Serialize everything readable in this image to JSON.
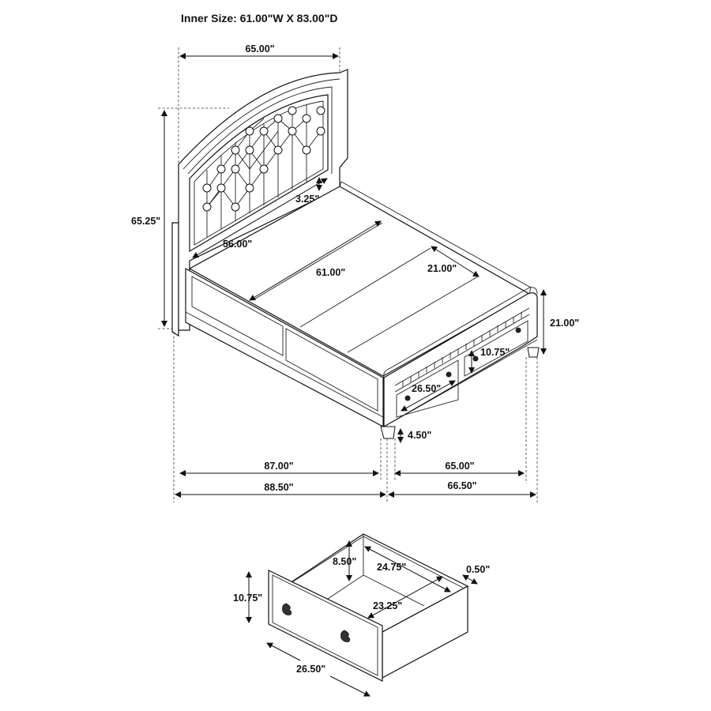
{
  "title": "Inner Size: 61.00\"W X 83.00\"D",
  "bed": {
    "headboard_width": "65.00\"",
    "overall_height": "65.25\"",
    "headboard_panel_gap": "3.25\"",
    "inner_width": "56.00\"",
    "slat_length": "61.00\"",
    "slat_width": "21.00\"",
    "footboard_height": "21.00\"",
    "drawer_height": "10.75\"",
    "drawer_width": "26.50\"",
    "leg_height": "4.50\"",
    "side_inner_length": "87.00\"",
    "side_overall_length": "88.50\"",
    "front_inner_width": "65.00\"",
    "front_overall_width": "66.50\""
  },
  "drawer": {
    "inner_height": "8.50\"",
    "inner_depth": "24.75\"",
    "side_thickness": "0.50\"",
    "inner_width": "23.25\"",
    "front_height": "10.75\"",
    "front_width": "26.50\""
  },
  "colors": {
    "line": "#111111",
    "background": "#ffffff"
  }
}
